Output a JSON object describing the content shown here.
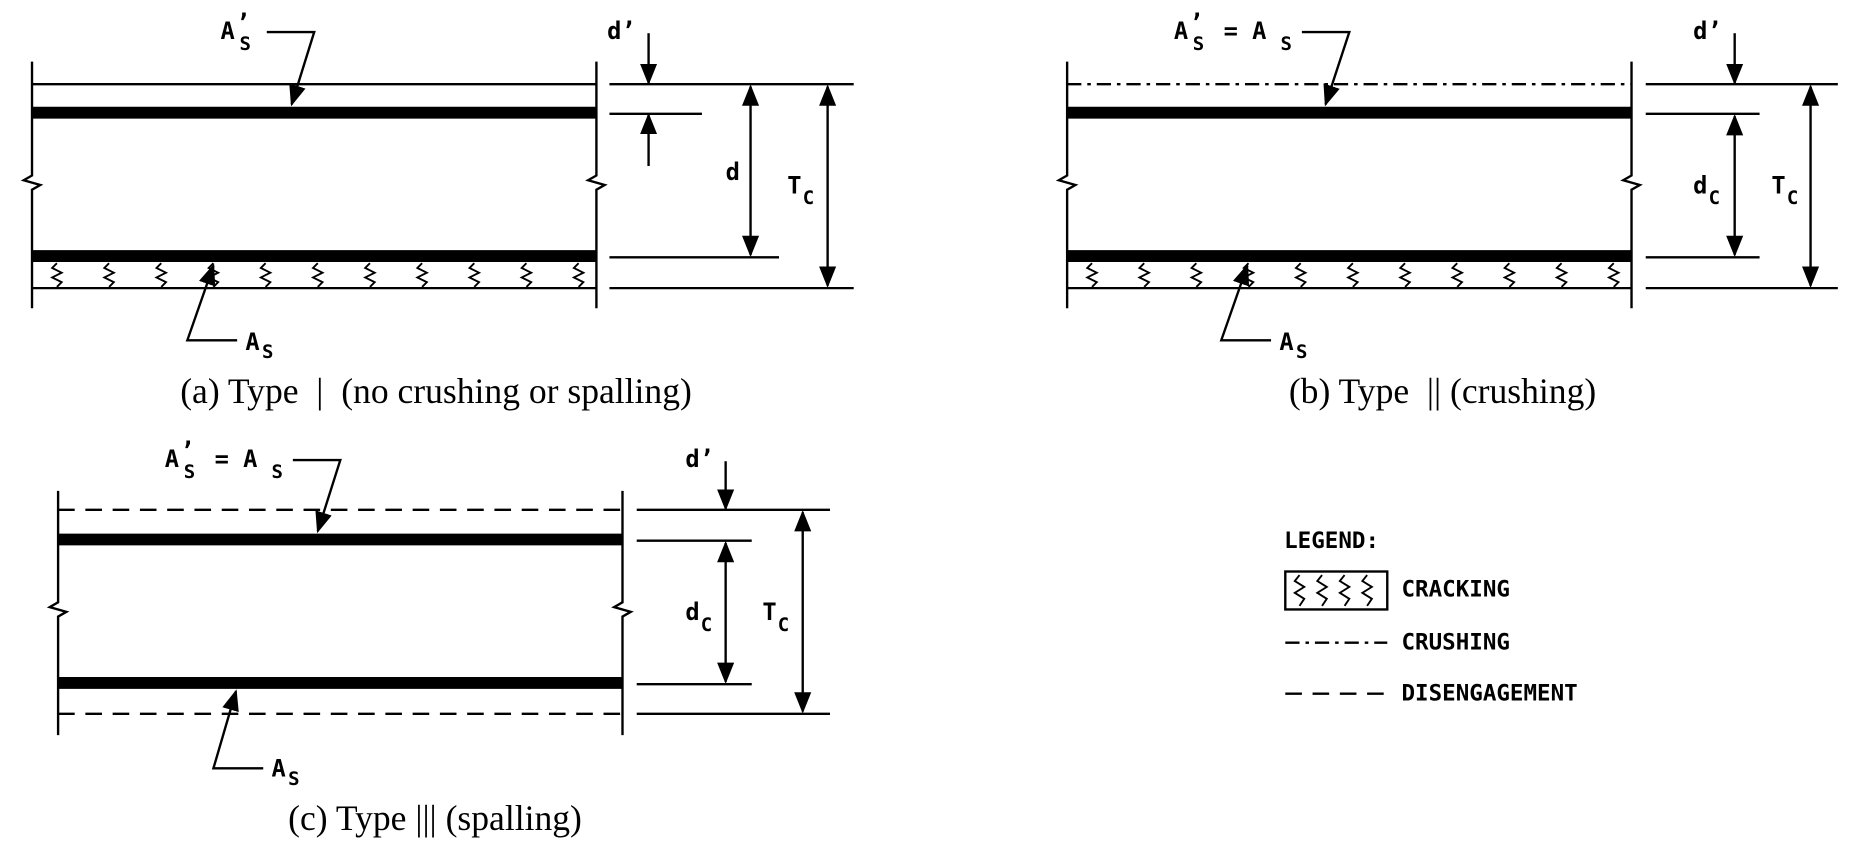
{
  "panel_a": {
    "as_prime_label": "A",
    "as_prime_sub": "S",
    "as_prime_mark": "’",
    "as_label": "A",
    "as_sub": "S",
    "d_prime_label": "d’",
    "d_label": "d",
    "tc_label": "T",
    "tc_sub": "C",
    "caption": "(a) Type  |  (no crushing or spalling)"
  },
  "panel_b": {
    "as_prime_label": "A",
    "as_prime_sub": "S",
    "as_prime_mark": "’",
    "eq_label": "= A",
    "eq_sub": "S",
    "as_label": "A",
    "as_sub": "S",
    "d_prime_label": "d’",
    "dc_label": "d",
    "dc_sub": "C",
    "tc_label": "T",
    "tc_sub": "C",
    "caption": "(b) Type  || (crushing)"
  },
  "panel_c": {
    "as_prime_label": "A",
    "as_prime_sub": "S",
    "as_prime_mark": "’",
    "eq_label": "= A",
    "eq_sub": "S",
    "as_label": "A",
    "as_sub": "S",
    "d_prime_label": "d’",
    "dc_label": "d",
    "dc_sub": "C",
    "tc_label": "T",
    "tc_sub": "C",
    "caption": "(c) Type ||| (spalling)"
  },
  "legend": {
    "title": "LEGEND:",
    "cracking": "CRACKING",
    "crushing": "CRUSHING",
    "disengagement": "DISENGAGEMENT"
  }
}
